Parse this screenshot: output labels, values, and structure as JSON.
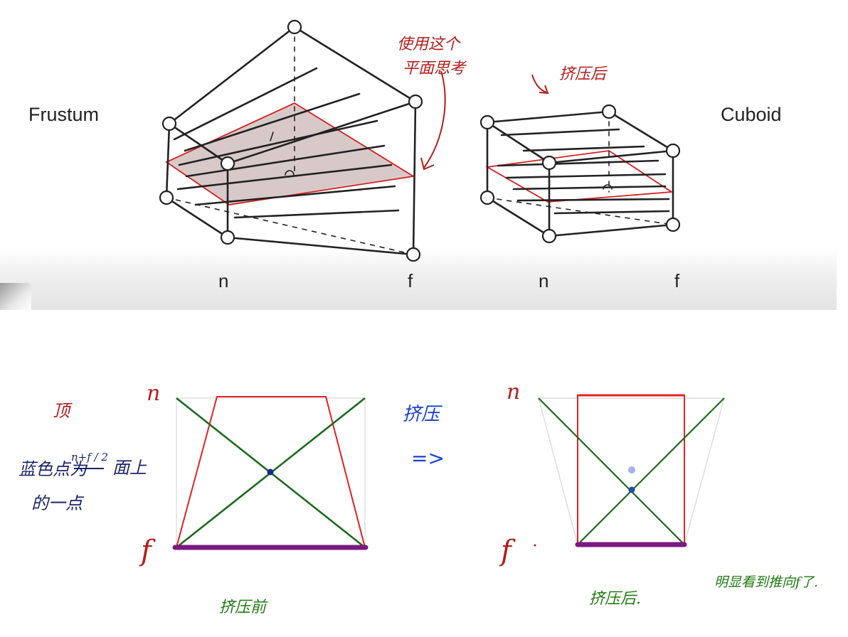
{
  "slide": {
    "frustum_label": "Frustum",
    "cuboid_label": "Cuboid",
    "frustum_near": "n",
    "frustum_far": "f",
    "cuboid_near": "n",
    "cuboid_far": "f"
  },
  "annotations": {
    "use_plane_line1": "使用这个",
    "use_plane_line2": "平面思考",
    "after_squeeze_top": "挤压后",
    "top_label": "顶",
    "blue_point_prefix": "蓝色点为",
    "blue_point_fraction": "n+f / 2",
    "blue_point_suffix": "面上",
    "blue_point_line2": "的一点",
    "squeeze_label": "挤压",
    "squeeze_arrow": "=>",
    "before_squeeze": "挤压前",
    "after_squeeze_bottom": "挤压后.",
    "pushed_note": "明显看到推向f了."
  },
  "diagram_left": {
    "n_label": "n",
    "f_label": "f"
  },
  "diagram_right": {
    "n_label": "n",
    "f_label": "f"
  },
  "colors": {
    "frustum_plane_fill": "#d8c9c9",
    "plane_outline": "#d42020",
    "trapezoid": "#e32222",
    "diagonal": "#1e6a1e",
    "far_plane": "#7a1a80",
    "blue_point": "#1a2a88",
    "ghost_point": "#a8adf0"
  }
}
